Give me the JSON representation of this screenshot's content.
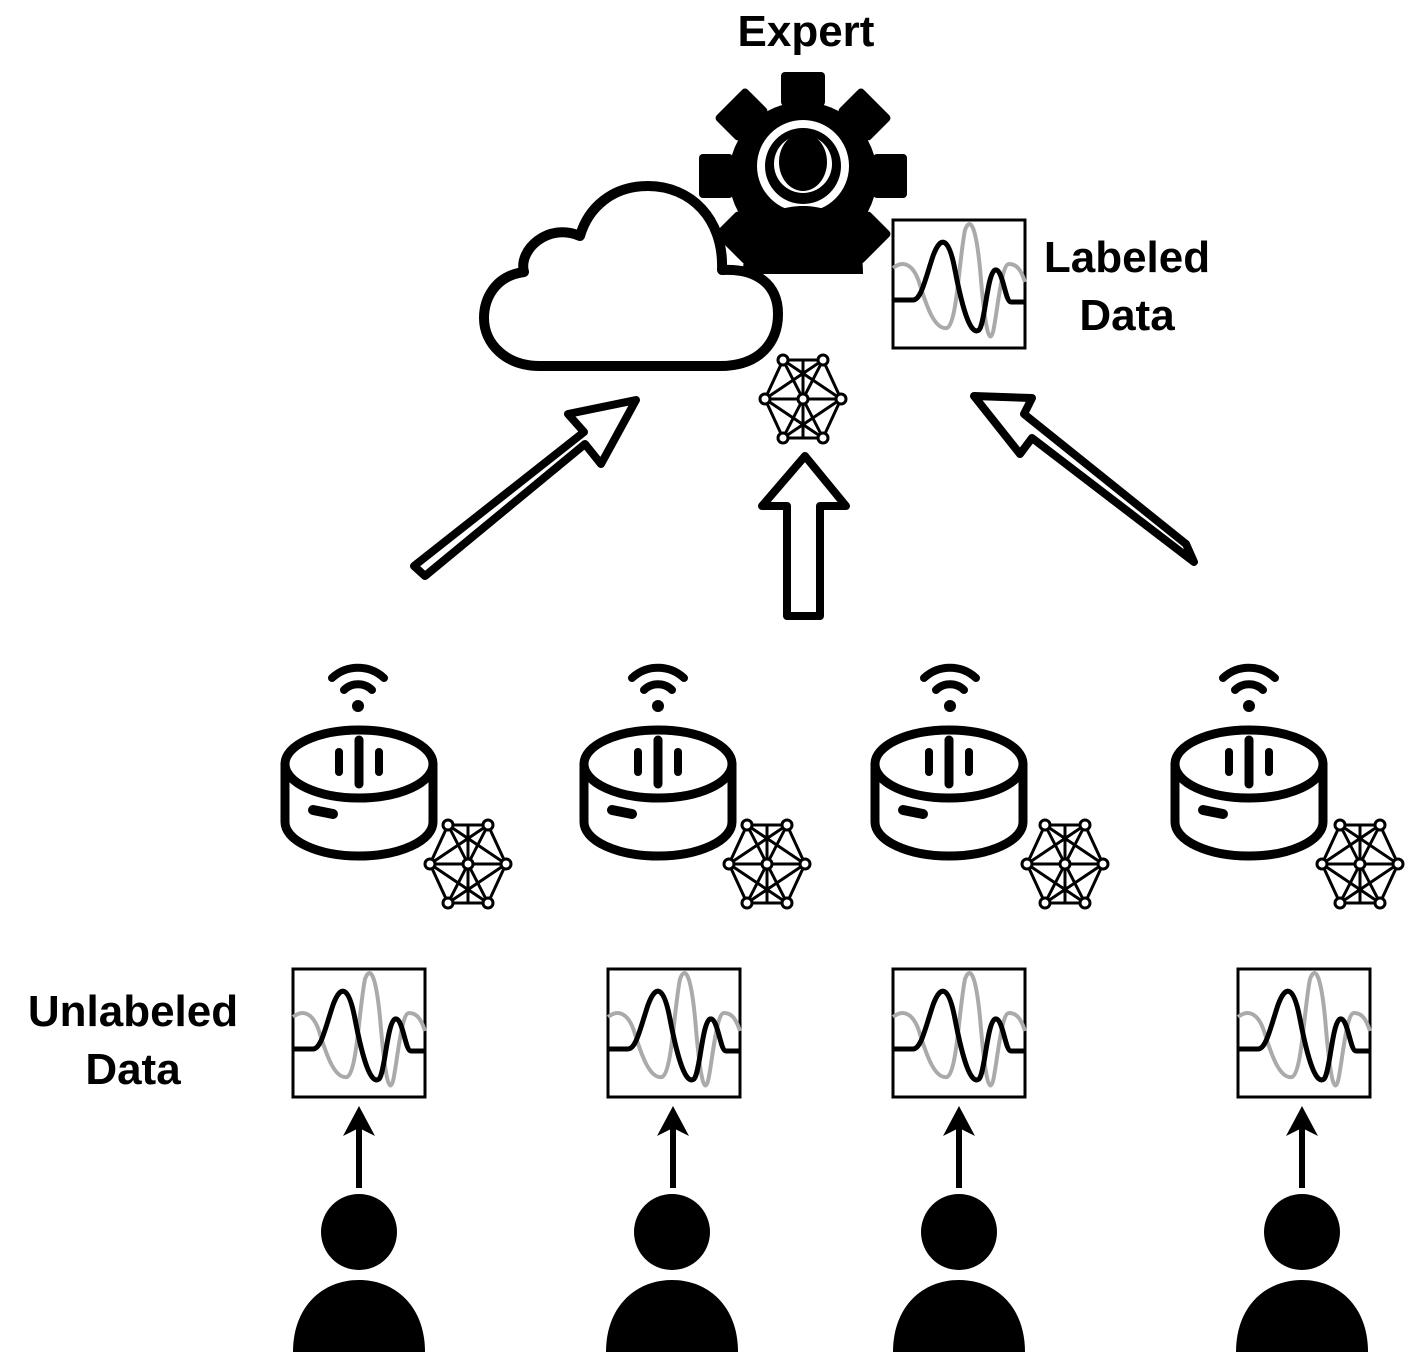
{
  "labels": {
    "expert": "Expert",
    "labeled_line1": "Labeled",
    "labeled_line2": "Data",
    "unlabeled_line1": "Unlabeled",
    "unlabeled_line2": "Data"
  },
  "colors": {
    "stroke": "#000000",
    "signal_secondary": "#aaaaaa",
    "fill": "#ffffff"
  },
  "icons": {
    "expert": "expert-gear-person-icon",
    "cloud": "cloud-icon",
    "model": "neural-network-icon",
    "device": "smart-speaker-icon",
    "wireless": "wifi-icon",
    "signal": "signal-waveform-icon",
    "user": "person-icon"
  }
}
